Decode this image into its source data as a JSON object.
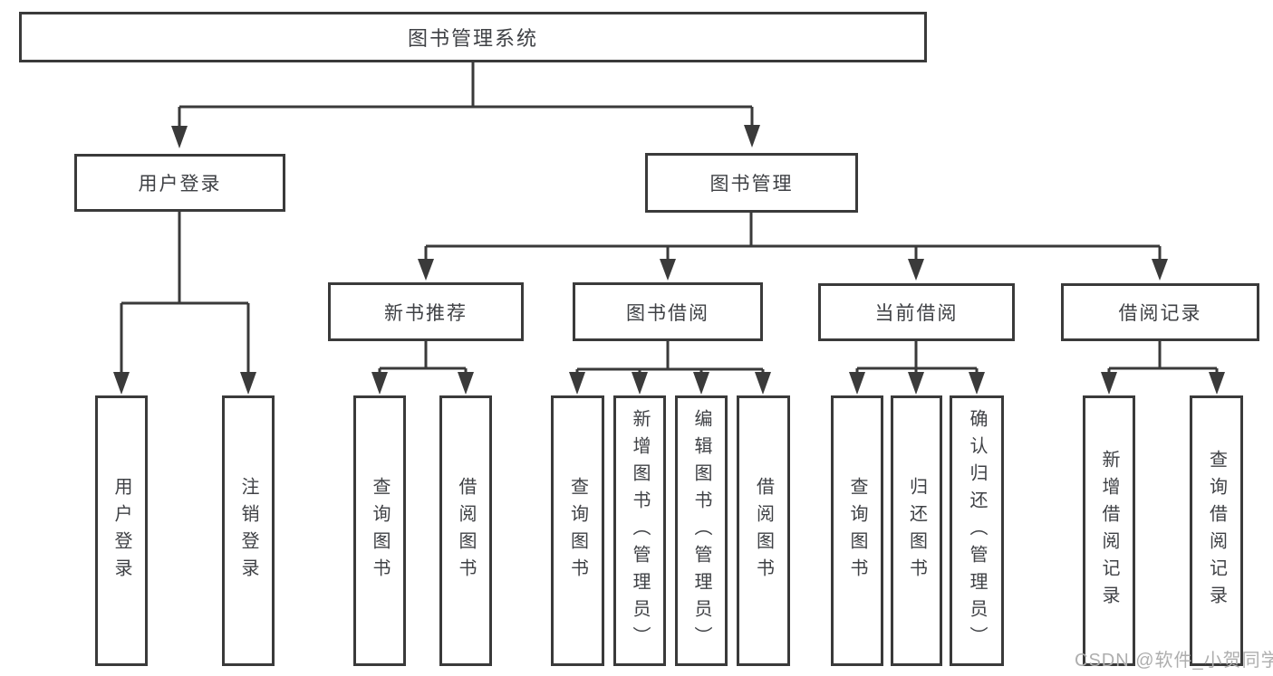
{
  "diagram": {
    "title_note": "functional structure diagram of a library management system",
    "root": "图书管理系统",
    "branches": [
      {
        "label": "用户登录",
        "children": [
          {
            "label": "用户登录"
          },
          {
            "label": "注销登录"
          }
        ]
      },
      {
        "label": "图书管理",
        "children": [
          {
            "label": "新书推荐",
            "children": [
              {
                "label": "查询图书"
              },
              {
                "label": "借阅图书"
              }
            ]
          },
          {
            "label": "图书借阅",
            "children": [
              {
                "label": "查询图书"
              },
              {
                "label": "新增图书（管理员）"
              },
              {
                "label": "编辑图书（管理员）"
              },
              {
                "label": "借阅图书"
              }
            ]
          },
          {
            "label": "当前借阅",
            "children": [
              {
                "label": "查询图书"
              },
              {
                "label": "归还图书"
              },
              {
                "label": "确认归还（管理员）"
              }
            ]
          },
          {
            "label": "借阅记录",
            "children": [
              {
                "label": "新增借阅记录"
              },
              {
                "label": "查询借阅记录"
              }
            ]
          }
        ]
      }
    ]
  },
  "watermark": "CSDN @软件_小贺同学",
  "colors": {
    "line": "#3a3a3a",
    "box_border": "#3a3a3a",
    "box_fill": "#ffffff",
    "text": "#3f4145",
    "watermark": "#aeaeae",
    "background": "#ffffff"
  }
}
